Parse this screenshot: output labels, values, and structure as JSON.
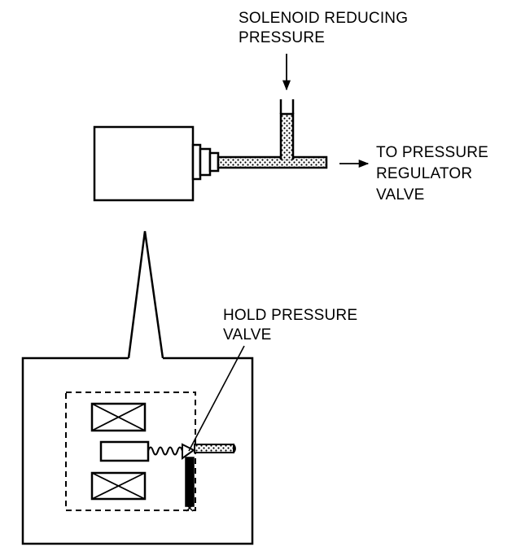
{
  "labels": {
    "solenoid_line1": "SOLENOID REDUCING",
    "solenoid_line2": "PRESSURE",
    "regulator_line1": "TO PRESSURE",
    "regulator_line2": "REGULATOR",
    "regulator_line3": "VALVE",
    "hold_line1": "HOLD PRESSURE",
    "hold_line2": "VALVE"
  },
  "colors": {
    "ink": "#000000",
    "paper": "#ffffff"
  }
}
